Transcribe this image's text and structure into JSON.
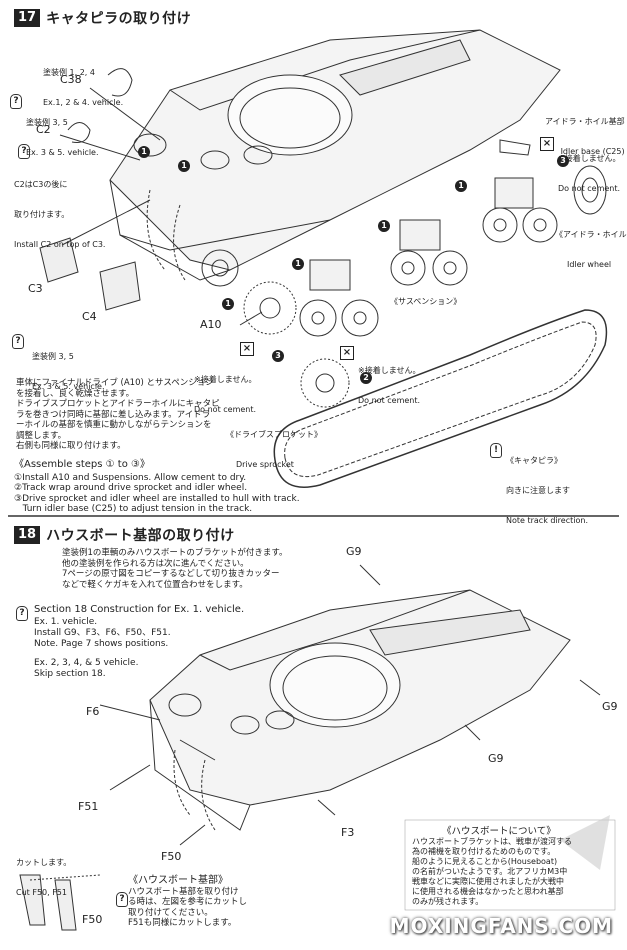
{
  "section17": {
    "number": "17",
    "title": "キャタピラの取り付け",
    "paint_scheme_124": [
      "塗装例 1, 2, 4",
      "Ex.1, 2 & 4. vehicle."
    ],
    "paint_scheme_35_top": [
      "塗装例 3, 5",
      "Ex. 3 & 5. vehicle."
    ],
    "paint_scheme_35_bottom": [
      "塗装例 3, 5",
      "Ex. 3 & 5. vehicle."
    ],
    "install_note": [
      "C2はC3の後に",
      "取り付けます。",
      "Install C2 on top of C3."
    ],
    "idler_base": [
      "アイドラ・ホイル基部",
      "Idler base (C25)"
    ],
    "no_cement_1": [
      "※接着しません。",
      "Do not cement."
    ],
    "no_cement_2": [
      "※接着しません。",
      "Do not cement."
    ],
    "no_cement_3": [
      "※接着しません。",
      "Do not cement."
    ],
    "idler_wheel": [
      "《アイドラ・ホイル》",
      "Idler wheel"
    ],
    "suspension": "《サスペンション》",
    "drive_sprocket": [
      "《ドライブスプロケット》",
      "Drive sprocket"
    ],
    "track_caption": [
      "《キャタピラ》",
      "向きに注意します",
      "Note track direction."
    ],
    "parts": {
      "c38": "C38",
      "c2": "C2",
      "c3": "C3",
      "c4": "C4",
      "a10": "A10"
    },
    "steps": [
      "1",
      "1",
      "1",
      "1",
      "1",
      "1",
      "2",
      "3",
      "3"
    ],
    "jp_instructions": [
      "車体にファイナルドライブ (A10) とサスペンション",
      "を接着し、良く乾燥させます。",
      "ドライブスプロケットとアイドラーホイルにキャタピ",
      "ラを巻きつけ同時に基部に差し込みます。アイドラ",
      "ーホイルの基部を慎重に動かしながらテンションを",
      "調整します。",
      "右側も同様に取り付けます。"
    ],
    "assemble_title": "《Assemble steps ① to ③》",
    "assemble_steps": [
      "①Install A10 and Suspensions. Allow cement to dry.",
      "②Track wrap around drive sprocket and idler wheel.",
      "③Drive sprocket and idler wheel are installed to hull with track.",
      "   Turn idler base (C25) to adjust tension in the track."
    ]
  },
  "section18": {
    "number": "18",
    "title": "ハウスボート基部の取り付け",
    "jp_intro": [
      "塗装例1の車輌のみハウスボートのブラケットが付きます。",
      "他の塗装例を作られる方は次に進んでください。",
      "7ページの原寸図をコピーするなどして切り抜きカッター",
      "などで軽くケガキを入れて位置合わせをします。"
    ],
    "en_title": "Section 18 Construction for Ex. 1.  vehicle.",
    "en_lines": [
      "Ex. 1. vehicle.",
      "Install G9、F3、F6、F50、F51.",
      "Note. Page 7 shows positions.",
      "",
      "Ex. 2, 3, 4, & 5  vehicle.",
      "Skip section 18."
    ],
    "parts": {
      "g9a": "G9",
      "g9b": "G9",
      "g9c": "G9",
      "f6": "F6",
      "f51": "F51",
      "f3": "F3",
      "f50a": "F50",
      "f50b": "F50"
    },
    "cut_note": [
      "カットします。",
      "Cut F50, F51"
    ],
    "houseboat_base_title": "《ハウスボート基部》",
    "houseboat_base_lines": [
      "ハウスボート基部を取り付け",
      "る時は、左図を参考にカットし",
      "取り付けてください。",
      "F51も同様にカットします。"
    ],
    "about_title": "《ハウスボートについて》",
    "about_lines": [
      "ハウスボートブラケットは、戦車が渡河する",
      "為の補機を取り付けるためのものです。",
      "船のように見えることから(Houseboat)",
      "の名前がついたようです。北アフリカM3中",
      "戦車などに実際に使用されましたが大戦中",
      "に使用される機会はなかったと思われ基部",
      "のみが残されます。"
    ]
  },
  "watermark": "MOXINGFANS.COM"
}
